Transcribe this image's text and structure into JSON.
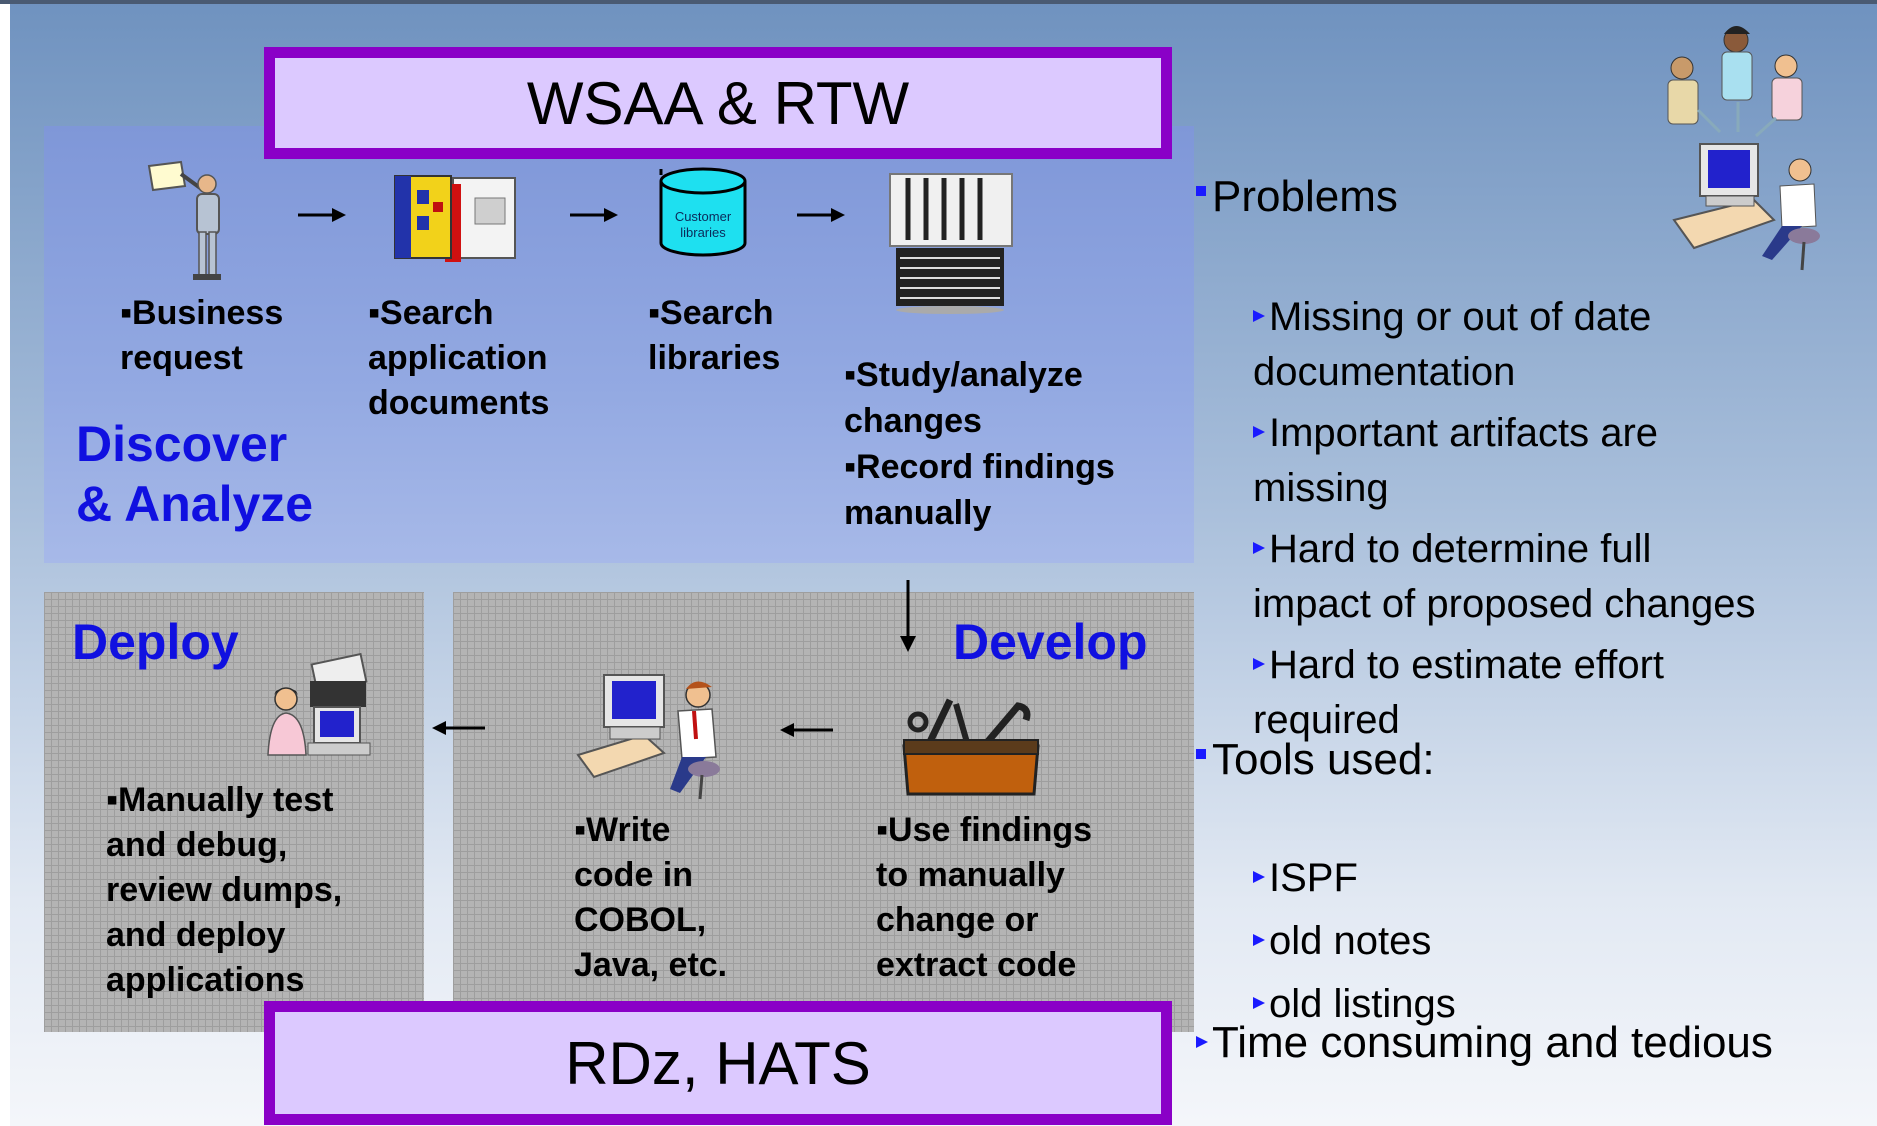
{
  "banners": {
    "top": "WSAA & RTW",
    "bottom": "RDz, HATS"
  },
  "discover": {
    "heading": "Discover\n& Analyze",
    "steps": [
      "▪Business\nrequest",
      "▪Search\napplication\ndocuments",
      "▪Search\nlibraries",
      "▪Study/analyze\nchanges\n▪Record findings\nmanually"
    ],
    "libraries_label": "Customer\nlibraries"
  },
  "deploy": {
    "heading": "Deploy",
    "step": "▪Manually test\nand debug,\nreview dumps,\nand deploy\napplications"
  },
  "develop": {
    "heading": "Develop",
    "steps": [
      "▪Write\ncode in\nCOBOL,\nJava, etc.",
      "▪Use findings\nto manually\nchange or\nextract code"
    ]
  },
  "right": {
    "problems_label": "Problems",
    "problems": [
      "Missing or out of date\ndocumentation",
      "Important artifacts are\nmissing",
      "Hard to determine full\nimpact of proposed changes",
      "Hard to estimate effort\nrequired"
    ],
    "tools_label": "Tools used:",
    "tools": [
      "ISPF",
      "old notes",
      "old listings"
    ],
    "summary": "Time consuming and tedious"
  },
  "colors": {
    "heading": "#1010e0",
    "banner_border": "#8a00c7",
    "banner_fill": "#dcc9ff",
    "bullet": "#1a1aff"
  },
  "icons": [
    "business-person-icon",
    "documents-icon",
    "libraries-database-icon",
    "printer-listing-icon",
    "team-computer-icon",
    "deploy-worker-icon",
    "developer-computer-icon",
    "toolbox-icon"
  ]
}
